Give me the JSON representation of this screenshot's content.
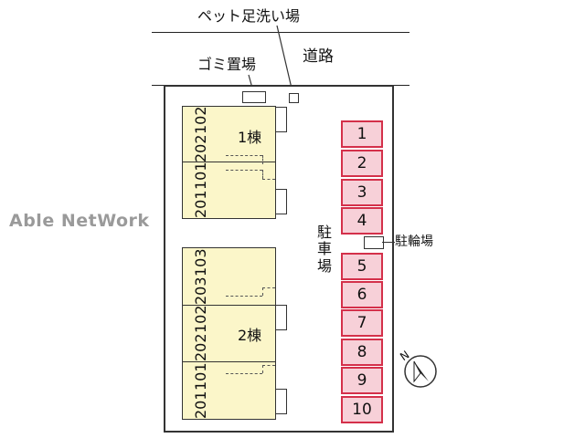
{
  "labels": {
    "pet_wash": "ペット足洗い場",
    "road": "道路",
    "garbage": "ゴミ置場",
    "parking": "駐車場",
    "bicycle_parking": "駐輪場",
    "watermark": "Able NetWork"
  },
  "buildings": [
    {
      "name": "1棟",
      "units": [
        {
          "upper": "202",
          "lower": "102"
        },
        {
          "upper": "201",
          "lower": "101"
        }
      ]
    },
    {
      "name": "2棟",
      "units": [
        {
          "upper": "203",
          "lower": "103"
        },
        {
          "upper": "202",
          "lower": "102"
        },
        {
          "upper": "201",
          "lower": "101"
        }
      ]
    }
  ],
  "parking_slots": [
    "1",
    "2",
    "3",
    "4",
    "5",
    "6",
    "7",
    "8",
    "9",
    "10"
  ],
  "compass": {
    "label": "N"
  },
  "colors": {
    "unit_fill": "#fbf6c9",
    "parking_fill": "#f7d0d8",
    "parking_border": "#d4304a"
  }
}
